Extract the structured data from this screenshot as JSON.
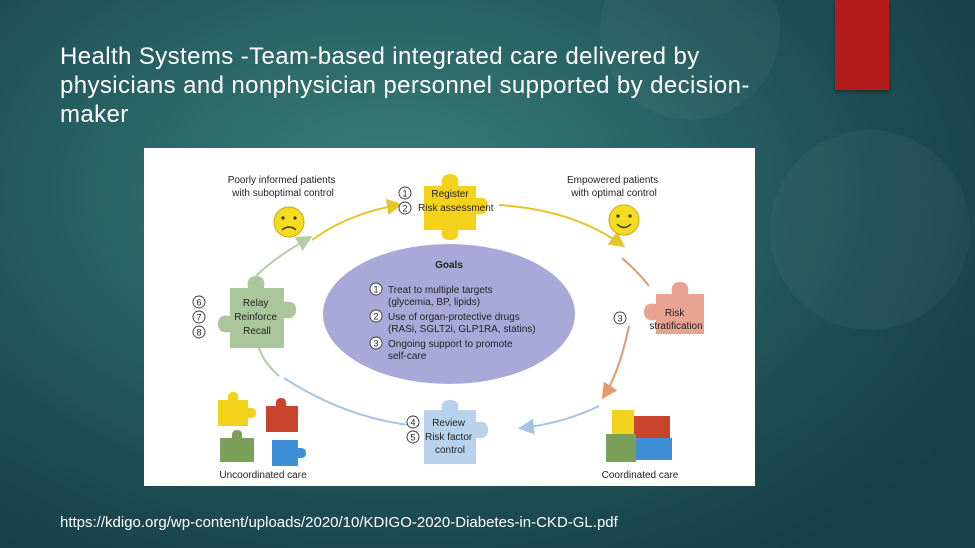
{
  "slide": {
    "title": "Health Systems -Team-based integrated care delivered by physicians and nonphysician personnel supported by decision-maker",
    "source_url": "https://kdigo.org/wp-content/uploads/2020/10/KDIGO-2020-Diabetes-in-CKD-GL.pdf",
    "accent_color": "#b31b1b"
  },
  "diagram": {
    "poor_patients": [
      "Poorly informed patients",
      "with suboptimal control"
    ],
    "empowered_patients": [
      "Empowered patients",
      "with optimal control"
    ],
    "top_steps": {
      "n1": "1",
      "l1": "Register",
      "n2": "2",
      "l2": "Risk assessment"
    },
    "right_step": {
      "n": "3",
      "lines": [
        "Risk",
        "stratification"
      ]
    },
    "bottom_steps": {
      "n4": "4",
      "n5": "5",
      "lines": [
        "Review",
        "Risk factor",
        "control"
      ]
    },
    "left_steps": {
      "n6": "6",
      "n7": "7",
      "n8": "8",
      "lines": [
        "Relay",
        "Reinforce",
        "Recall"
      ]
    },
    "goals": {
      "title": "Goals",
      "items": [
        {
          "n": "1",
          "lines": [
            "Treat to multiple targets",
            "(glycemia, BP, lipids)"
          ]
        },
        {
          "n": "2",
          "lines": [
            "Use of organ-protective drugs",
            "(RASi, SGLT2i, GLP1RA, statins)"
          ]
        },
        {
          "n": "3",
          "lines": [
            "Ongoing support to promote",
            "self-care"
          ]
        }
      ]
    },
    "uncoordinated_label": "Uncoordinated care",
    "coordinated_label": "Coordinated care",
    "colors": {
      "yellow": "#f2d21b",
      "pink": "#e9a392",
      "blue": "#b9d2ec",
      "green": "#a9c79a",
      "goals_oval": "#a9a9d9",
      "red_piece": "#c8442c",
      "green_piece": "#7aa05a",
      "blue_piece": "#3f8fd6"
    }
  }
}
